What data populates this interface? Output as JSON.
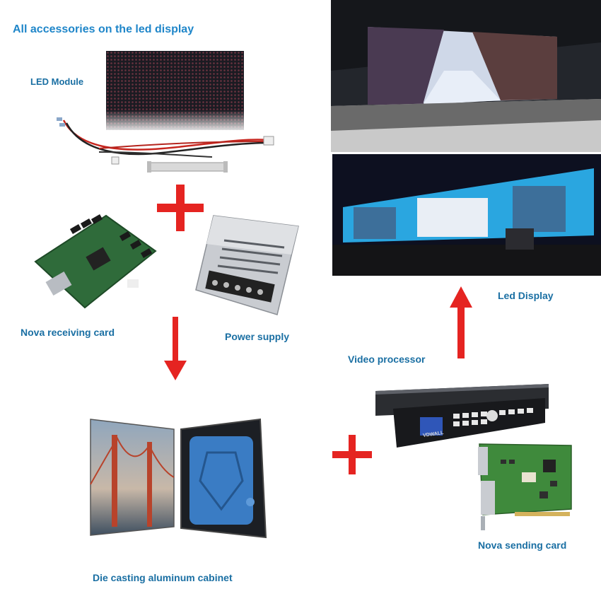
{
  "title": "All accessories on the led display",
  "labels": {
    "led_module": "LED Module",
    "receiving_card": "Nova receiving card",
    "power_supply": "Power supply",
    "cabinet": "Die casting aluminum cabinet",
    "video_processor": "Video processor",
    "led_display": "Led Display",
    "sending_card": "Nova sending card"
  },
  "device_text": {
    "processor_brand": "VDWALL"
  },
  "colors": {
    "label_blue": "#1a6fa3",
    "title_blue": "#1f86c9",
    "arrow_red": "#e52421"
  }
}
